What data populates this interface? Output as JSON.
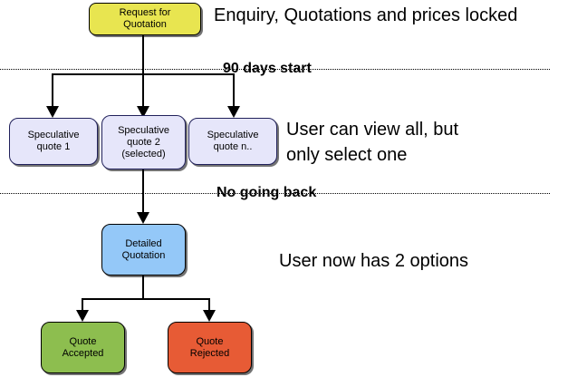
{
  "nodes": {
    "request_for_quotation": {
      "label": "Request for\nQuotation",
      "fill": "#e8e550"
    },
    "speculative_quote_1": {
      "label": "Speculative\nquote 1",
      "fill": "#e6e6fa"
    },
    "speculative_quote_2": {
      "label": "Speculative\nquote 2\n(selected)",
      "fill": "#e6e6fa"
    },
    "speculative_quote_n": {
      "label": "Speculative\nquote n..",
      "fill": "#e6e6fa"
    },
    "detailed_quotation": {
      "label": "Detailed\nQuotation",
      "fill": "#94c8f8"
    },
    "quote_accepted": {
      "label": "Quote\nAccepted",
      "fill": "#8dbe4f"
    },
    "quote_rejected": {
      "label": "Quote\nRejected",
      "fill": "#e75b35"
    }
  },
  "annotations": {
    "enquiry": "Enquiry, Quotations and prices locked",
    "view_all": "User can view all, but\nonly select one",
    "two_options": "User now has 2 options"
  },
  "milestones": {
    "days_start": "90 days start",
    "no_going_back": "No going back"
  },
  "colors": {
    "line": "#000000",
    "background": "#ffffff",
    "node_border": "#000000"
  }
}
